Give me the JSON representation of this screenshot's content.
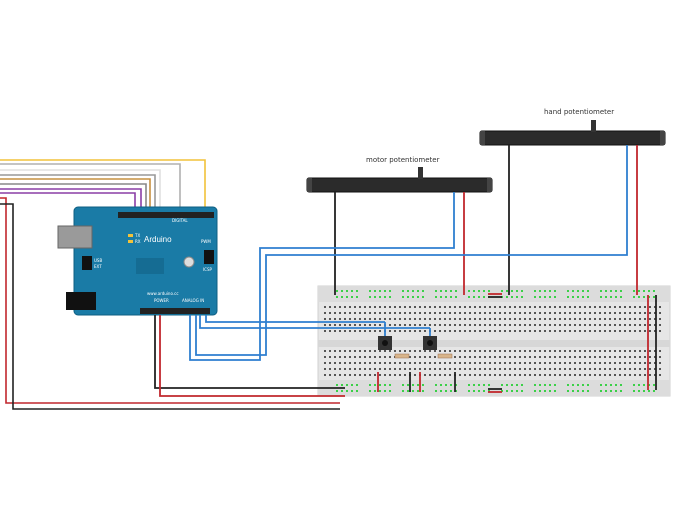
{
  "labels": {
    "hand_potentiometer": "hand potentiometer",
    "motor_potentiometer": "motor potentiometer"
  },
  "arduino": {
    "brand": "Arduino",
    "digital": "DIGITAL",
    "tx": "TX",
    "rx": "RX",
    "pwm": "PWM",
    "icsp": "ICSP",
    "power": "POWER",
    "analog_in": "ANALOG IN",
    "url": "www.arduino.cc",
    "ext": "EXT",
    "usb": "USB"
  },
  "colors": {
    "arduino_board": "#1a7ba6",
    "breadboard": "#e4e4e4",
    "wire_red": "#c1272d",
    "wire_black": "#222222",
    "wire_blue": "#2f7fd0",
    "wire_yellow": "#f2c23a",
    "wire_purple": "#8a3ea6",
    "wire_gray": "#999999",
    "rail_green": "#3bd048",
    "slider_body": "#2b2b2b"
  }
}
